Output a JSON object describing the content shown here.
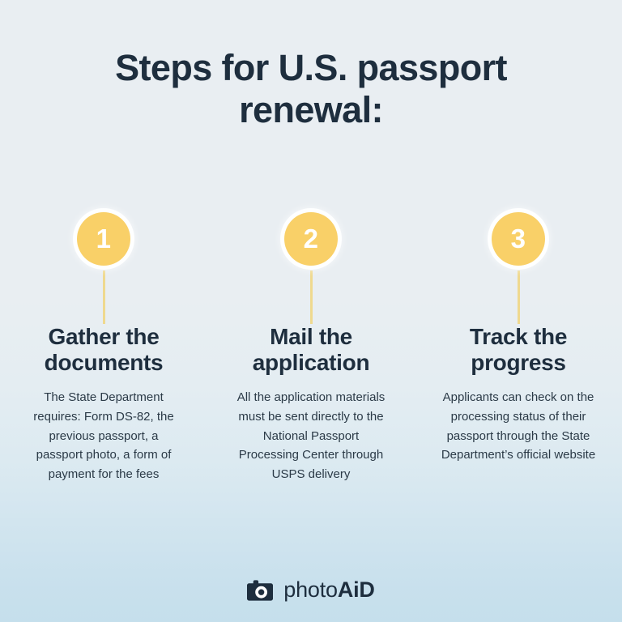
{
  "title": "Steps for U.S. passport renewal:",
  "colors": {
    "background_top": "#E9EEF2",
    "background_bottom": "#C5DFEC",
    "accent_circle": "#F9D068",
    "stem": "#EFD98F",
    "heading_text": "#1E2E3E",
    "body_text": "#2B3A47",
    "number_text": "#FFFFFF"
  },
  "steps": [
    {
      "number": "1",
      "heading": "Gather the documents",
      "body": "The State Department requires: Form DS-82, the previous passport, a passport photo, a form of payment for the fees"
    },
    {
      "number": "2",
      "heading": "Mail the application",
      "body": "All the application materials must be sent directly to the National Passport Processing Center through USPS delivery"
    },
    {
      "number": "3",
      "heading": "Track the progress",
      "body": "Applicants can check on the processing status of their passport through the State Department’s official website"
    }
  ],
  "footer": {
    "icon": "camera-icon",
    "brand_light": "photo",
    "brand_bold": "AiD"
  }
}
